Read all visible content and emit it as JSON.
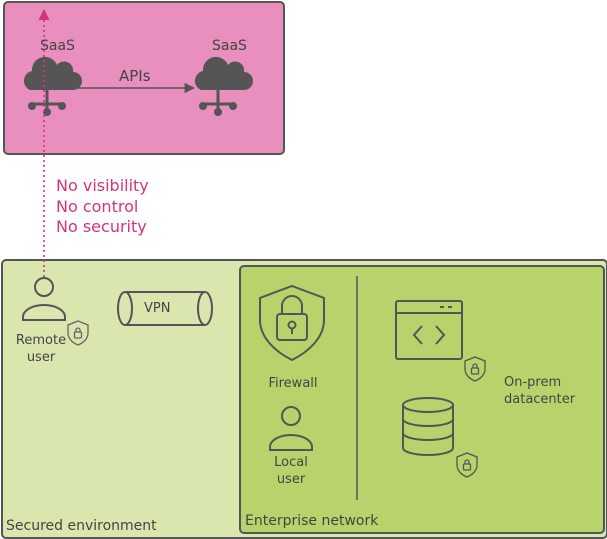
{
  "saas": {
    "left_label": "SaaS",
    "right_label": "SaaS",
    "api_label": "APIs"
  },
  "warnings": [
    "No visibility",
    "No control",
    "No security"
  ],
  "secured_environment": {
    "label": "Secured environment",
    "remote_user": [
      "Remote",
      "user"
    ],
    "vpn_label": "VPN"
  },
  "enterprise_network": {
    "label": "Enterprise network",
    "firewall_label": "Firewall",
    "local_user": [
      "Local",
      "user"
    ],
    "datacenter": [
      "On-prem",
      "datacenter"
    ]
  },
  "colors": {
    "saas_zone": "#e88fbd",
    "secured_zone": "#d9e6ad",
    "enterprise_zone": "#b8d36b",
    "warning_text": "#d6337e",
    "icon_stroke": "#555555"
  }
}
